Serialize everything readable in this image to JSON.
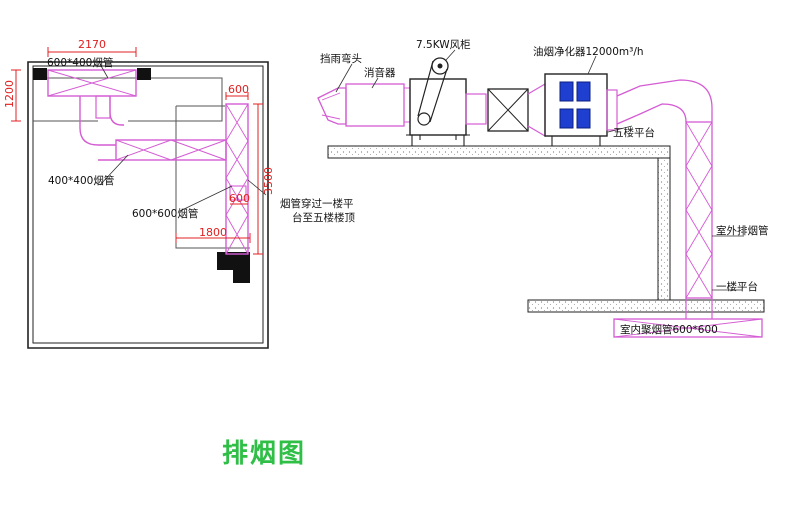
{
  "title": "排烟图",
  "colors": {
    "duct": "#d45cd4",
    "dimension": "#e02020",
    "wall": "#222222",
    "title": "#2fbf47",
    "filter": "#1f3fd0"
  },
  "plan_view": {
    "dimensions": {
      "width_top": "2170",
      "height_left": "1200",
      "width_small": "600",
      "height_right": "3500",
      "width_small_lower": "600",
      "width_bottom": "1800"
    },
    "labels": {
      "duct_600x400": "600*400烟管",
      "duct_400x400": "400*400烟管",
      "duct_600x600": "600*600烟管",
      "shaft_note_line1": "烟管穿过一楼平",
      "shaft_note_line2": "台至五楼楼顶"
    }
  },
  "elevation_view": {
    "labels": {
      "fan_cabinet": "7.5KW风柜",
      "rain_elbow": "挡雨弯头",
      "silencer": "消音器",
      "purifier": "油烟净化器12000m³/h",
      "fifth_floor_platform": "五楼平台",
      "outdoor_exhaust_duct": "室外排烟管",
      "first_floor_platform": "一楼平台",
      "indoor_collect_duct": "室内聚烟管600*600"
    }
  }
}
